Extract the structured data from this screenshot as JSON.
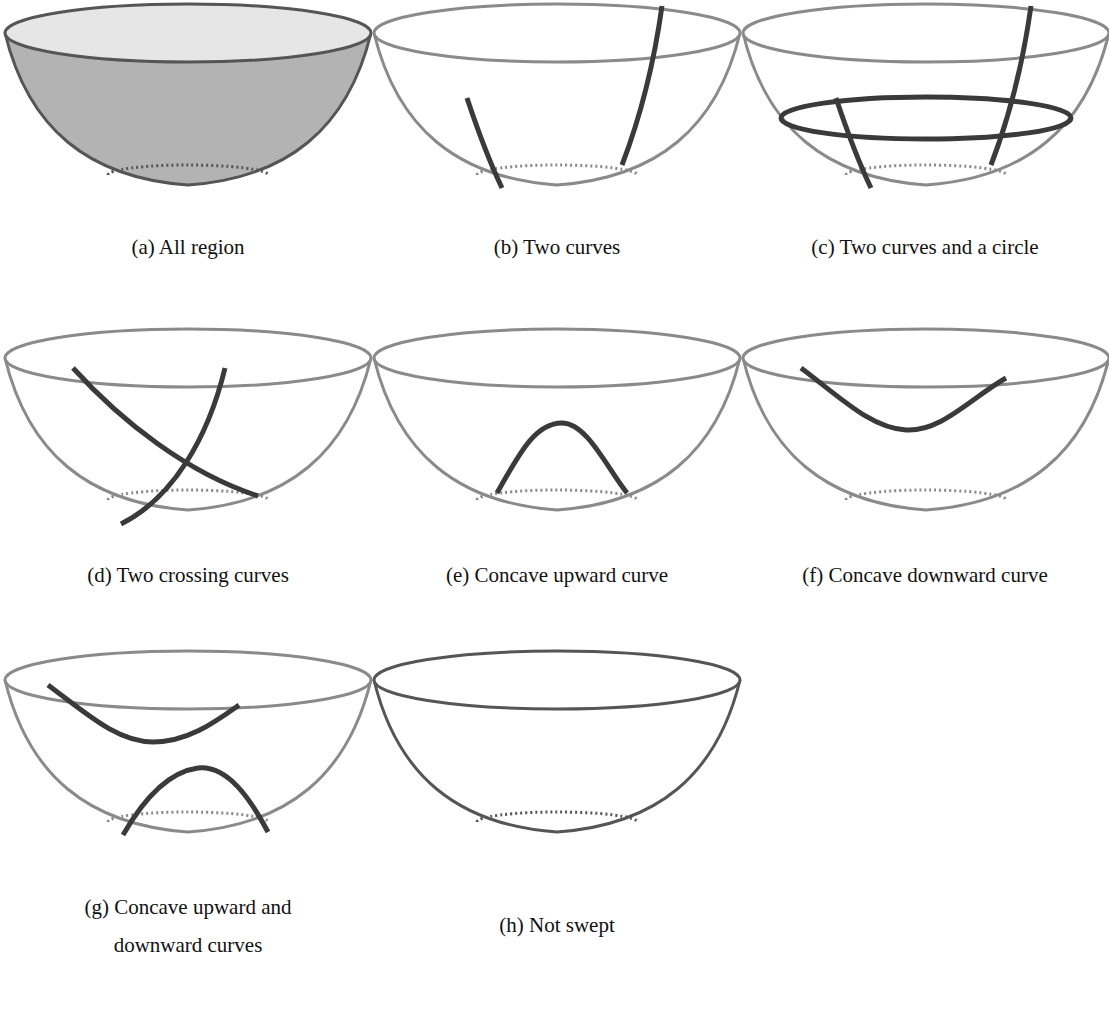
{
  "diagram": {
    "labels": [
      "(a) All region",
      "(b) Two curves",
      "(c) Two curves and a circle",
      "(d) Two crossing curves",
      "(e) Concave upward curve",
      "(f) Concave downward curve",
      "(g) Concave upward and downward curves",
      "(h) Not swept"
    ]
  }
}
